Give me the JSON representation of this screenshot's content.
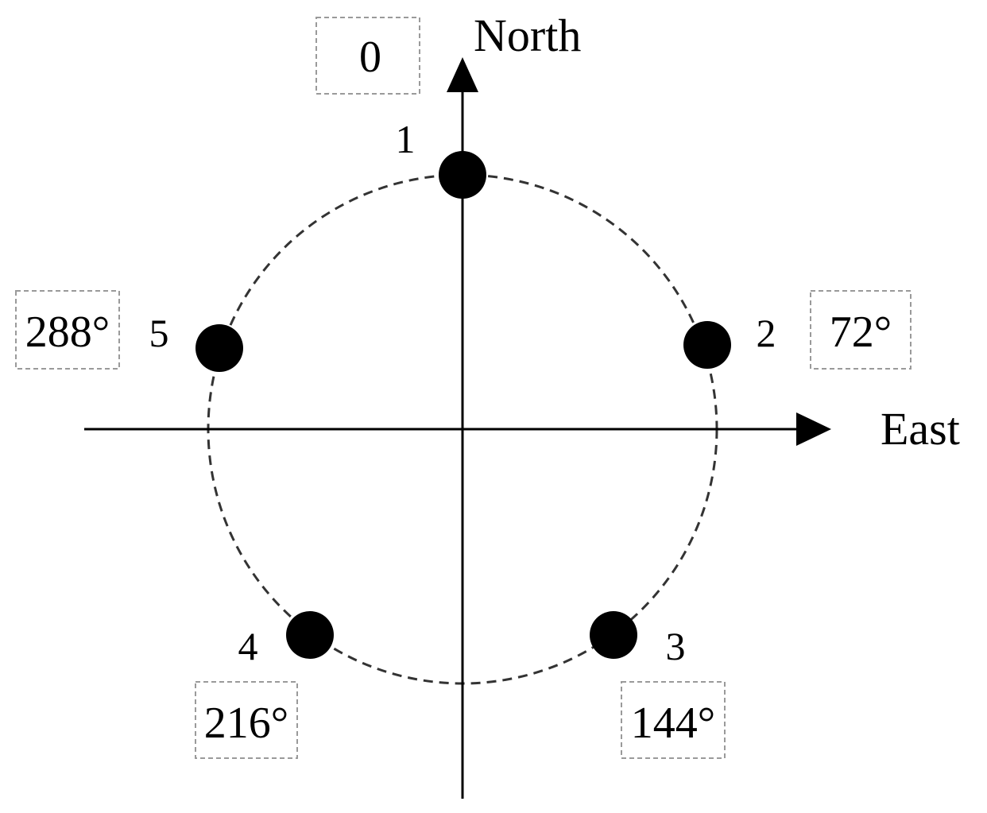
{
  "axes": {
    "north_label": "North",
    "east_label": "East"
  },
  "points": [
    {
      "id": "1",
      "angle_label": "0"
    },
    {
      "id": "2",
      "angle_label": "72°"
    },
    {
      "id": "3",
      "angle_label": "144°"
    },
    {
      "id": "4",
      "angle_label": "216°"
    },
    {
      "id": "5",
      "angle_label": "288°"
    }
  ]
}
